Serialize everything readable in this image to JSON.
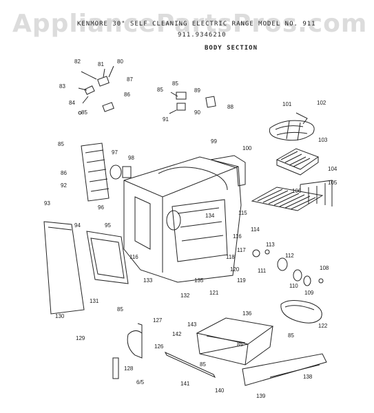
{
  "header": {
    "title_line": "KENMORE 30\" SELF CLEANING ELECTRIC RANGE    MODEL NO. 911",
    "model_line": "911.9346210",
    "section": "BODY SECTION"
  },
  "watermark": "AppliancePartsPros.com",
  "page_number": "6/5",
  "part_numbers": [
    "80",
    "81",
    "82",
    "83",
    "84",
    "85",
    "86",
    "87",
    "88",
    "89",
    "90",
    "91",
    "92",
    "93",
    "94",
    "95",
    "96",
    "97",
    "98",
    "99",
    "100",
    "101",
    "102",
    "103",
    "104",
    "105",
    "106",
    "108",
    "109",
    "110",
    "111",
    "112",
    "113",
    "114",
    "115",
    "116",
    "117",
    "118",
    "119",
    "120",
    "121",
    "122",
    "126",
    "127",
    "128",
    "129",
    "130",
    "131",
    "132",
    "133",
    "134",
    "135",
    "136",
    "138",
    "139",
    "140",
    "141",
    "142",
    "143"
  ],
  "callouts": [
    {
      "id": "82",
      "label": "82"
    },
    {
      "id": "81",
      "label": "81"
    },
    {
      "id": "80",
      "label": "80"
    },
    {
      "id": "83",
      "label": "83"
    },
    {
      "id": "87",
      "label": "87"
    },
    {
      "id": "84",
      "label": "84"
    },
    {
      "id": "86",
      "label": "86"
    },
    {
      "id": "85a",
      "label": "85"
    },
    {
      "id": "85b",
      "label": "85"
    },
    {
      "id": "89",
      "label": "89"
    },
    {
      "id": "85c",
      "label": "85"
    },
    {
      "id": "88",
      "label": "88"
    },
    {
      "id": "90",
      "label": "90"
    },
    {
      "id": "91",
      "label": "91"
    },
    {
      "id": "101",
      "label": "101"
    },
    {
      "id": "102",
      "label": "102"
    },
    {
      "id": "103",
      "label": "103"
    },
    {
      "id": "104",
      "label": "104"
    },
    {
      "id": "105",
      "label": "105"
    },
    {
      "id": "106",
      "label": "106"
    },
    {
      "id": "85d",
      "label": "85"
    },
    {
      "id": "97",
      "label": "97"
    },
    {
      "id": "98",
      "label": "98"
    },
    {
      "id": "99",
      "label": "99"
    },
    {
      "id": "100",
      "label": "100"
    },
    {
      "id": "86b",
      "label": "86"
    },
    {
      "id": "92",
      "label": "92"
    },
    {
      "id": "96",
      "label": "96"
    },
    {
      "id": "93",
      "label": "93"
    },
    {
      "id": "94",
      "label": "94"
    },
    {
      "id": "95",
      "label": "95"
    },
    {
      "id": "134",
      "label": "134"
    },
    {
      "id": "115",
      "label": "115"
    },
    {
      "id": "114",
      "label": "114"
    },
    {
      "id": "116",
      "label": "116"
    },
    {
      "id": "117",
      "label": "117"
    },
    {
      "id": "113",
      "label": "113"
    },
    {
      "id": "112",
      "label": "112"
    },
    {
      "id": "111",
      "label": "111"
    },
    {
      "id": "118",
      "label": "118"
    },
    {
      "id": "120",
      "label": "120"
    },
    {
      "id": "119",
      "label": "119"
    },
    {
      "id": "108",
      "label": "108"
    },
    {
      "id": "110",
      "label": "110"
    },
    {
      "id": "109",
      "label": "109"
    },
    {
      "id": "121",
      "label": "121"
    },
    {
      "id": "135",
      "label": "135"
    },
    {
      "id": "133",
      "label": "133"
    },
    {
      "id": "132",
      "label": "132"
    },
    {
      "id": "116b",
      "label": "116"
    },
    {
      "id": "131",
      "label": "131"
    },
    {
      "id": "85e",
      "label": "85"
    },
    {
      "id": "130",
      "label": "130"
    },
    {
      "id": "129",
      "label": "129"
    },
    {
      "id": "122",
      "label": "122"
    },
    {
      "id": "136",
      "label": "136"
    },
    {
      "id": "127",
      "label": "127"
    },
    {
      "id": "143",
      "label": "143"
    },
    {
      "id": "142",
      "label": "142"
    },
    {
      "id": "126",
      "label": "126"
    },
    {
      "id": "85f",
      "label": "85"
    },
    {
      "id": "85g",
      "label": "85"
    },
    {
      "id": "128",
      "label": "128"
    },
    {
      "id": "85h",
      "label": "85"
    },
    {
      "id": "141",
      "label": "141"
    },
    {
      "id": "140",
      "label": "140"
    },
    {
      "id": "138",
      "label": "138"
    },
    {
      "id": "139",
      "label": "139"
    }
  ]
}
